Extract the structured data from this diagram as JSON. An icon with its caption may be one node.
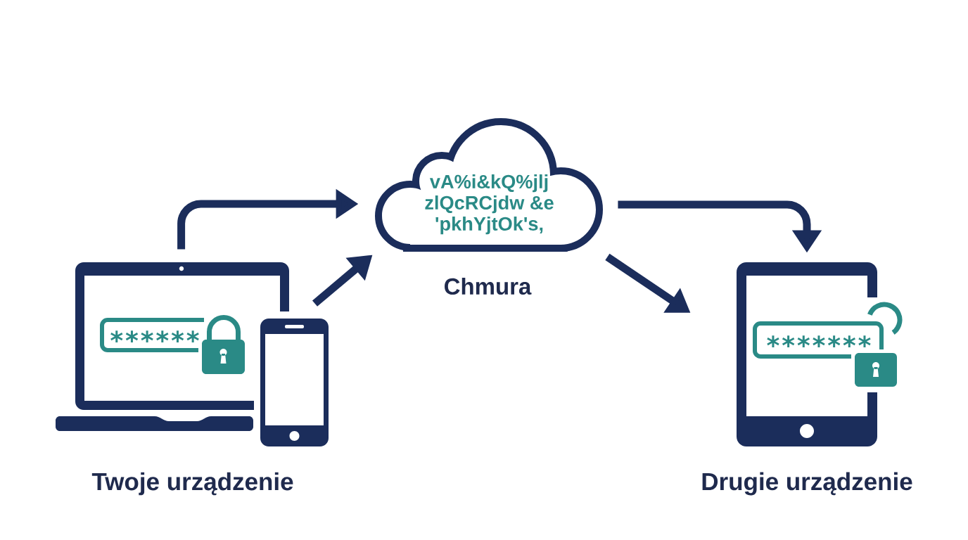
{
  "diagram": {
    "nodes": [
      {
        "text": [],
        "shape": "picture",
        "beside": [
          "Twoje urządzenie"
        ]
      },
      {
        "text": [
          "∗∗∗∗∗∗"
        ],
        "in": 0
      },
      {
        "text": [],
        "shape": "picture"
      },
      {
        "text": [
          "vA%i&kQ%jlj zlQcRCjdw &e 'pkhYjtOk's,"
        ],
        "beside": [
          "Chmura"
        ]
      },
      {
        "text": [],
        "shape": "picture",
        "beside": [
          "Drugie urządzenie"
        ]
      },
      {
        "text": [
          "∗∗∗∗∗∗∗"
        ],
        "in": 4
      }
    ],
    "edges": [
      {
        "from": 0,
        "to": 3,
        "arrow": "to"
      },
      {
        "from": 2,
        "to": 3,
        "arrow": "to"
      },
      {
        "from": 3,
        "to": 4,
        "arrow": "to"
      },
      {
        "from": 3,
        "to": 4,
        "arrow": "to"
      }
    ]
  }
}
